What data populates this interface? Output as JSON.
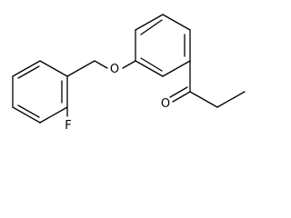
{
  "molecule": {
    "atoms": {
      "ether_oxygen": "O",
      "carbonyl_oxygen": "O",
      "fluorine": "F"
    }
  }
}
